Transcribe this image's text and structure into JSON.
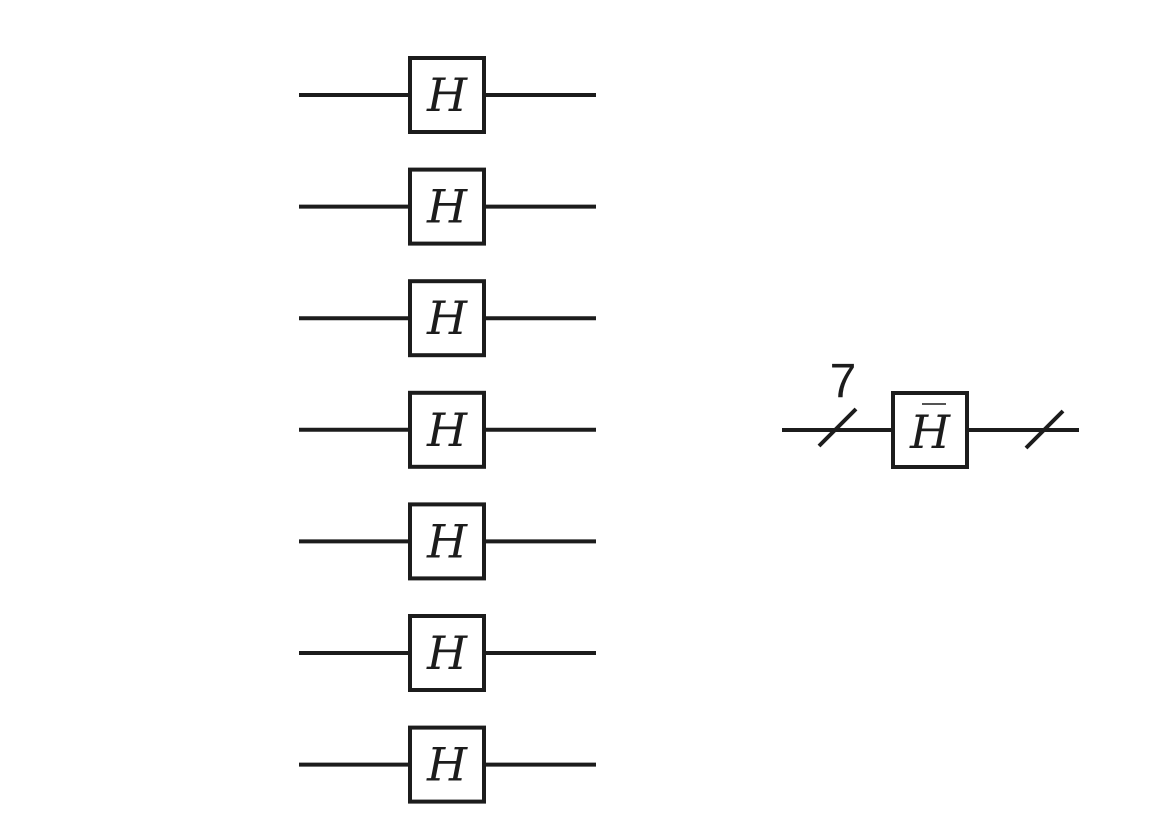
{
  "left_circuit": {
    "gates": [
      {
        "label": "H"
      },
      {
        "label": "H"
      },
      {
        "label": "H"
      },
      {
        "label": "H"
      },
      {
        "label": "H"
      },
      {
        "label": "H"
      },
      {
        "label": "H"
      }
    ]
  },
  "right_circuit": {
    "register_size": "7",
    "gate": {
      "label": "H",
      "overbar": true
    }
  },
  "colors": {
    "stroke": "#1c1c1c",
    "background": "#ffffff"
  }
}
